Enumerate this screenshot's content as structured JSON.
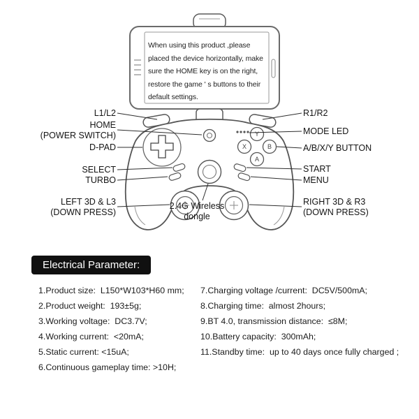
{
  "phone": {
    "notice": "When using this product ,please\nplaced the device horizontally, make\nsure the HOME key is on the right,\nrestore the game ' s buttons to their\ndefault settings."
  },
  "controller": {
    "abxy_letters": [
      "Y",
      "X",
      "B",
      "A"
    ],
    "labels_left": [
      {
        "text": "L1/L2"
      },
      {
        "text": "HOME\n(POWER SWITCH)"
      },
      {
        "text": "D-PAD"
      },
      {
        "text": "SELECT"
      },
      {
        "text": "TURBO"
      },
      {
        "text": "LEFT 3D & L3\n(DOWN PRESS)"
      }
    ],
    "labels_right": [
      {
        "text": "R1/R2"
      },
      {
        "text": "MODE LED"
      },
      {
        "text": "A/B/X/Y BUTTON"
      },
      {
        "text": "START"
      },
      {
        "text": "MENU"
      },
      {
        "text": "RIGHT 3D & R3\n(DOWN PRESS)"
      }
    ],
    "label_center": "2.4G Wireless\ndongle"
  },
  "electrical": {
    "heading": "Electrical Parameter:",
    "left_items": [
      "1.Product size:  L150*W103*H60 mm;",
      "2.Product weight:  193±5g;",
      "3.Working voltage:  DC3.7V;",
      "4.Working current:  <20mA;",
      "5.Static current: <15uA;",
      "6.Continuous gameplay time: >10H;"
    ],
    "right_items": [
      "7.Charging voltage /current:  DC5V/500mA;",
      "8.Charging time:  almost 2hours;",
      "9.BT 4.0, transmission distance:  ≤8M;",
      "10.Battery capacity:  300mAh;",
      "11.Standby time:  up to 40 days once fully charged ;"
    ]
  }
}
